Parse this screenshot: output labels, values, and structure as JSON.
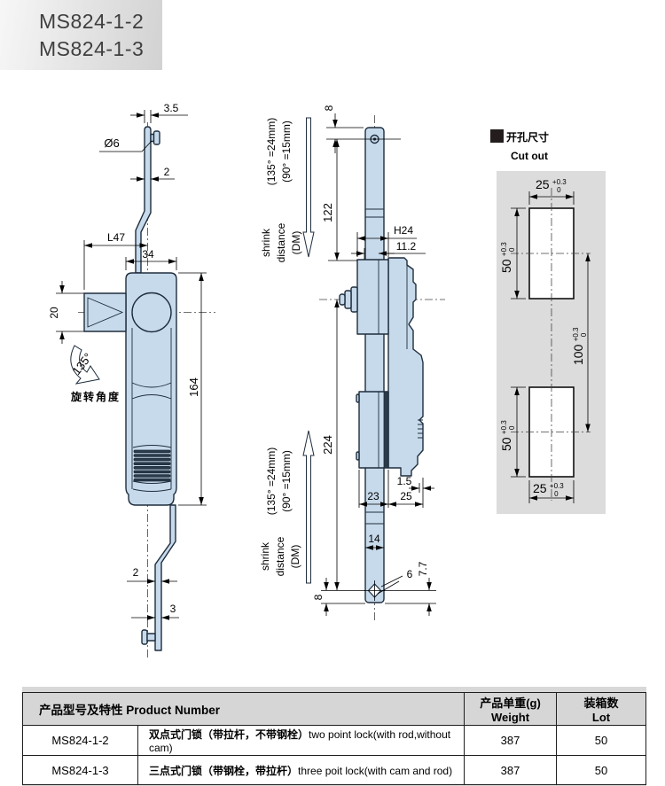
{
  "models": {
    "m1": "MS824-1-2",
    "m2": "MS824-1-3"
  },
  "front_view": {
    "d35": "3.5",
    "dia6": "Ø6",
    "d2a": "2",
    "dL47": "L47",
    "d34": "34",
    "d20": "20",
    "d164": "164",
    "angle": "135°",
    "angle_caption": "旋转角度",
    "d2b": "2",
    "d3": "3"
  },
  "side_view": {
    "d8a": "8",
    "d122": "122",
    "dH24": "H24",
    "d112": "11.2",
    "d224": "224",
    "d15": "1.5",
    "d23": "23",
    "d25": "25",
    "d14": "14",
    "d6": "6",
    "d77": "7.7",
    "d8b": "8"
  },
  "shrink_note": {
    "v1": "(135° =24mm)",
    "v2": "(90° =15mm)",
    "w1": "shrink",
    "w2": "distance",
    "w3": "(DM)"
  },
  "cutout": {
    "title_cn": "开孔尺寸",
    "title_en": "Cut out",
    "w_val": "25",
    "h_val": "50",
    "s_val": "100",
    "tol_up": "+0.3",
    "tol_dn": "0"
  },
  "table": {
    "header_product": "产品型号及特性 Product Number",
    "header_weight_cn": "产品单重(g)",
    "header_weight_en": "Weight",
    "header_lot_cn": "装箱数",
    "header_lot_en": "Lot",
    "rows": [
      {
        "model": "MS824-1-2",
        "desc_cn": "双点式门锁（带拉杆，不带钢栓）",
        "desc_en": "two point lock(with rod,without cam)",
        "weight": "387",
        "lot": "50"
      },
      {
        "model": "MS824-1-3",
        "desc_cn": "三点式门锁（带钢栓，带拉杆）",
        "desc_en": "three poit lock(with cam and rod)",
        "weight": "387",
        "lot": "50"
      }
    ]
  }
}
